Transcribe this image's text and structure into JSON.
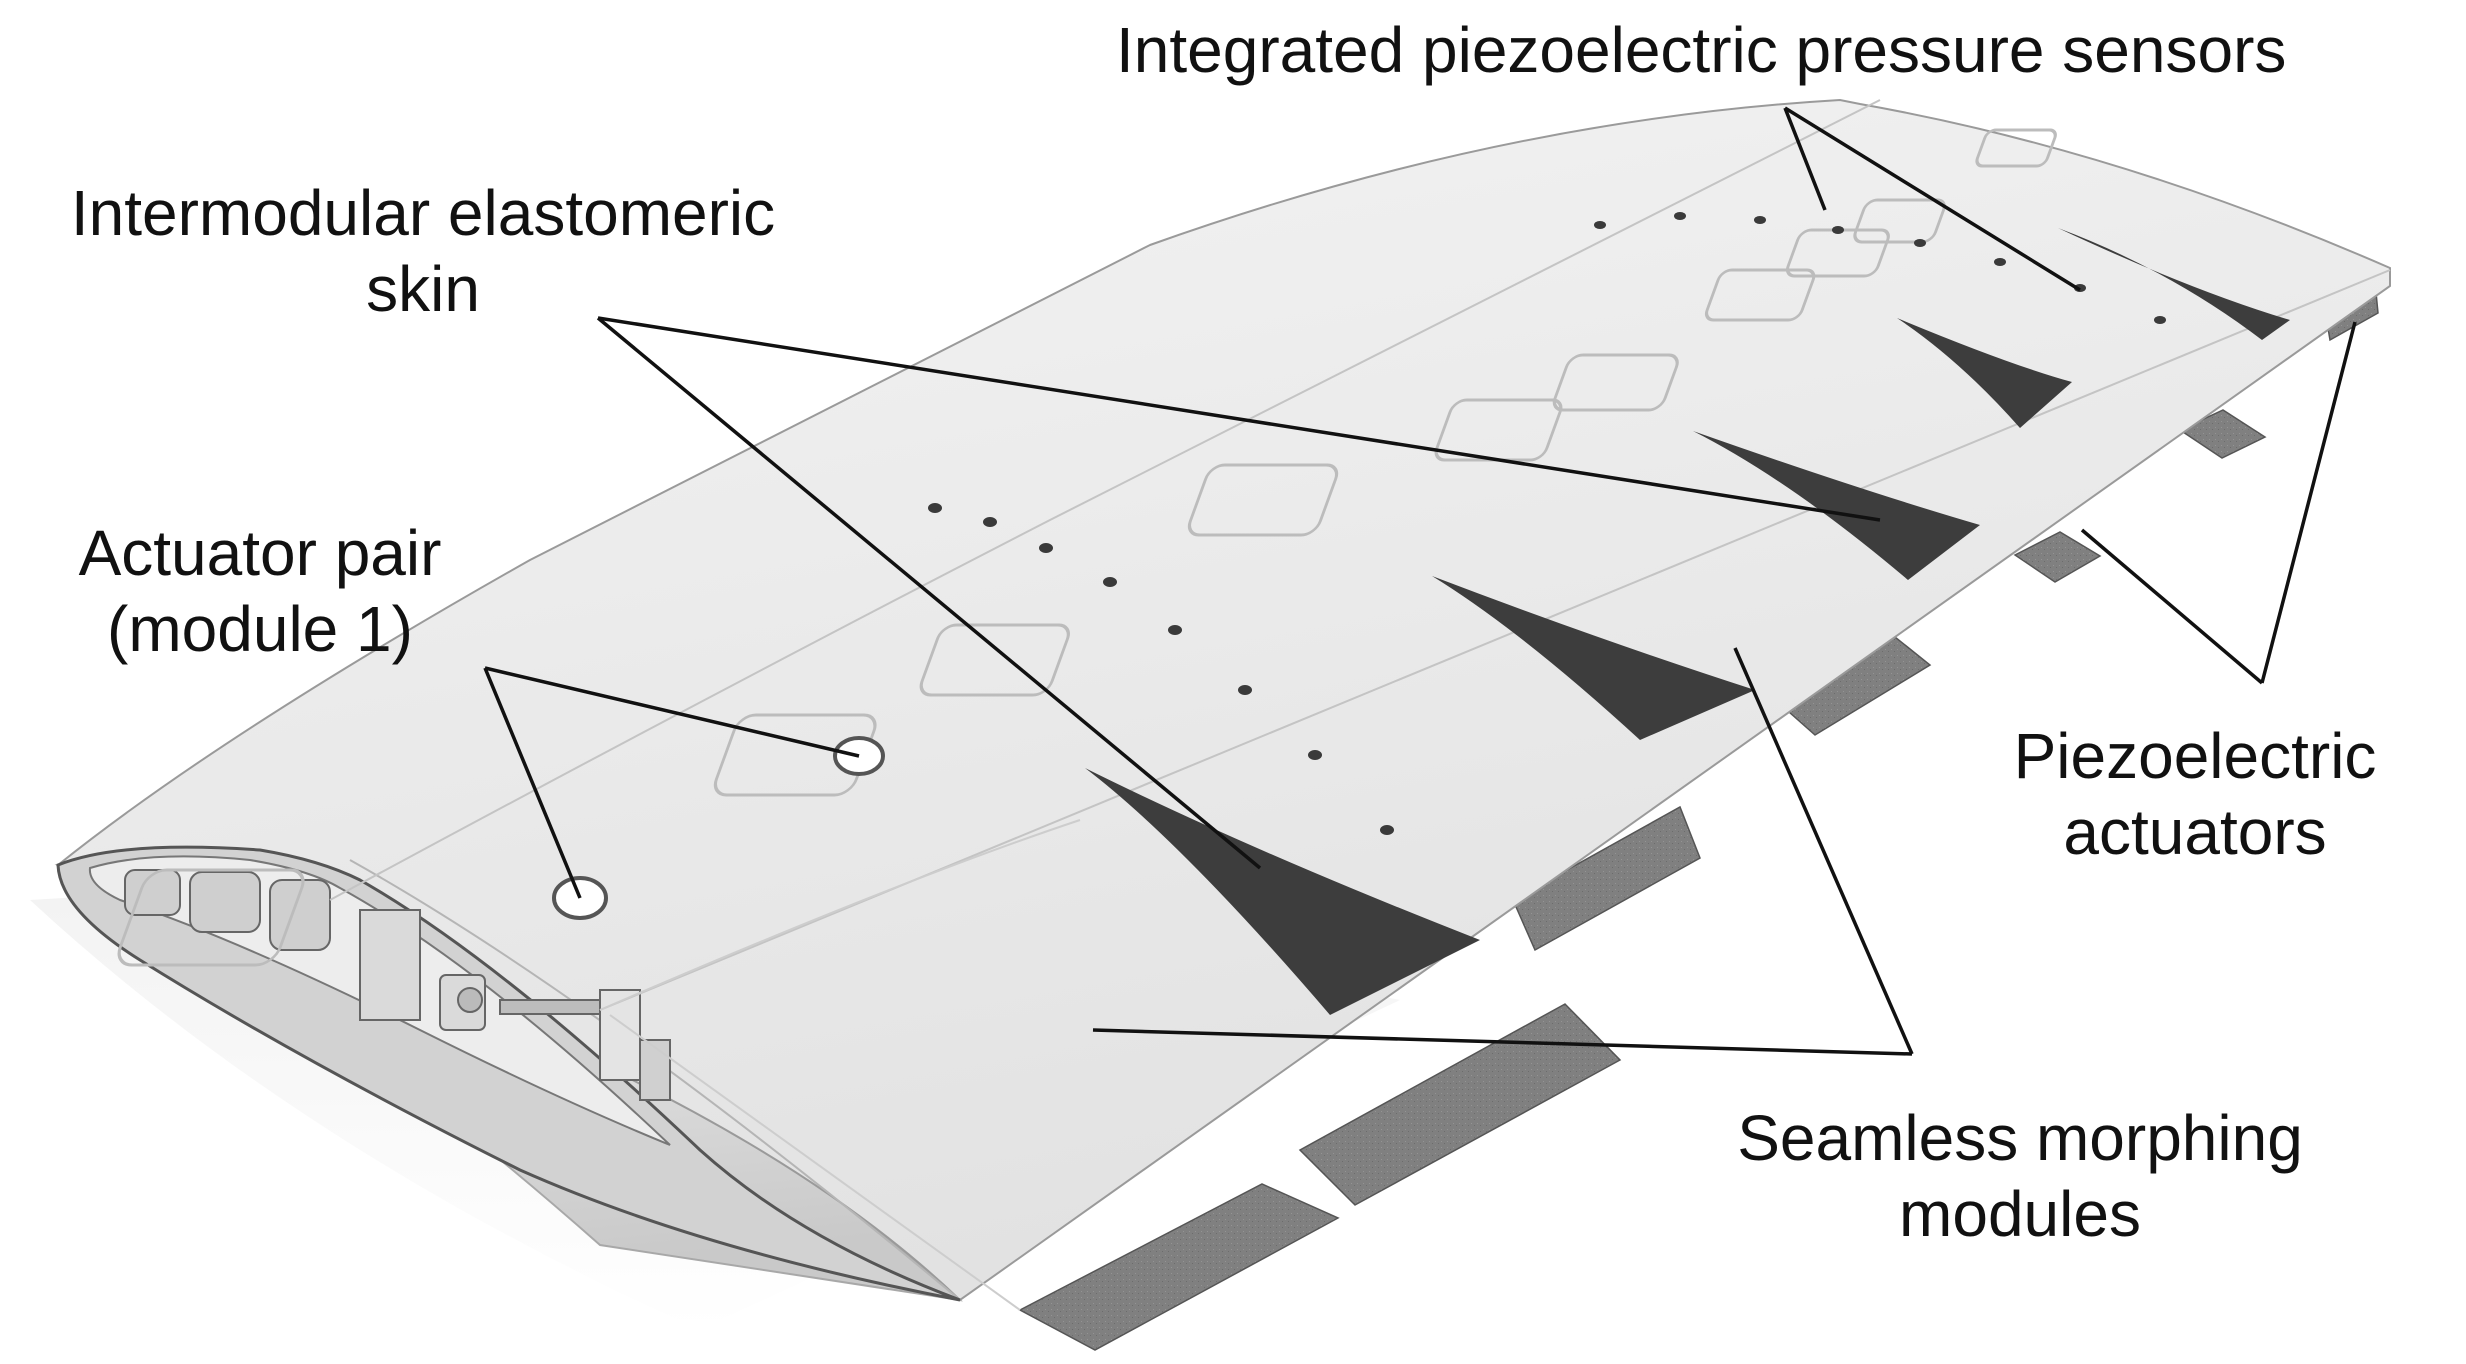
{
  "labels": {
    "sensors": [
      "Integrated piezoelectric pressure sensors"
    ],
    "skin": [
      "Intermodular elastomeric",
      "skin"
    ],
    "actuator_pair": [
      "Actuator pair",
      "(module 1)"
    ],
    "piezo_actuators": [
      "Piezoelectric",
      "actuators"
    ],
    "morphing_modules": [
      "Seamless morphing",
      "modules"
    ]
  },
  "colors": {
    "wing_surface": "#e6e6e6",
    "wing_edge": "#b9b9b9",
    "actuator_patch": "#3f3f3f",
    "tab": "#7d7d7d",
    "leader_line": "#111111"
  }
}
